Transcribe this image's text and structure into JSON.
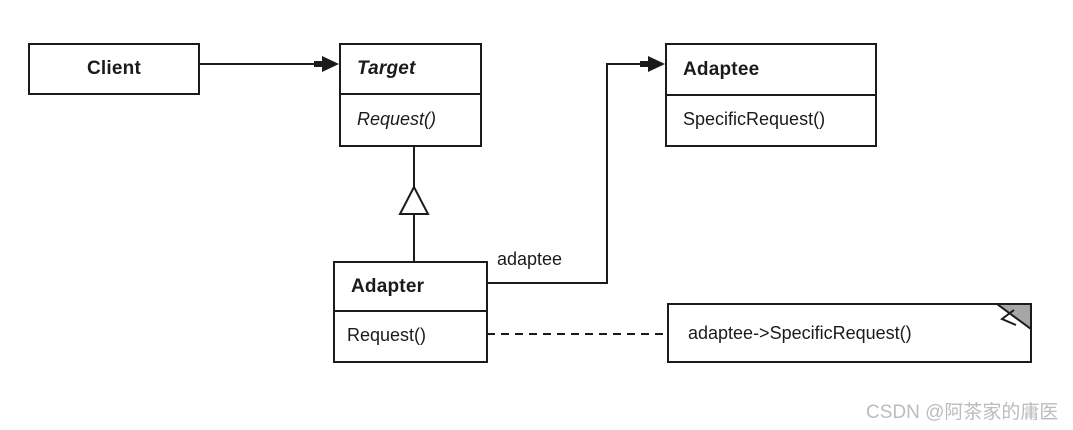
{
  "diagram": {
    "kind": "uml-class-diagram",
    "pattern": "Adapter",
    "classes": [
      {
        "id": "client",
        "name": "Client",
        "methods": []
      },
      {
        "id": "target",
        "name": "Target",
        "abstract": true,
        "methods": [
          "Request()"
        ]
      },
      {
        "id": "adaptee",
        "name": "Adaptee",
        "methods": [
          "SpecificRequest()"
        ]
      },
      {
        "id": "adapter",
        "name": "Adapter",
        "methods": [
          "Request()"
        ]
      }
    ],
    "relationships": [
      {
        "type": "directed-association",
        "from": "client",
        "to": "target",
        "label": ""
      },
      {
        "type": "generalization",
        "from": "adapter",
        "to": "target",
        "label": ""
      },
      {
        "type": "directed-association",
        "from": "adapter",
        "to": "adaptee",
        "label": "adaptee"
      }
    ],
    "association_label": "adaptee",
    "note": {
      "text": "adaptee->SpecificRequest()",
      "attached_to": "adapter.Request()"
    },
    "watermark": "CSDN @阿茶家的庸医",
    "colors": {
      "line": "#1b1b1b",
      "text": "#1b1b1b",
      "box_fill": "#ffffff",
      "note_fold": "#a6a6a6",
      "watermark": "#bcbcbc",
      "background": "#ffffff"
    }
  }
}
